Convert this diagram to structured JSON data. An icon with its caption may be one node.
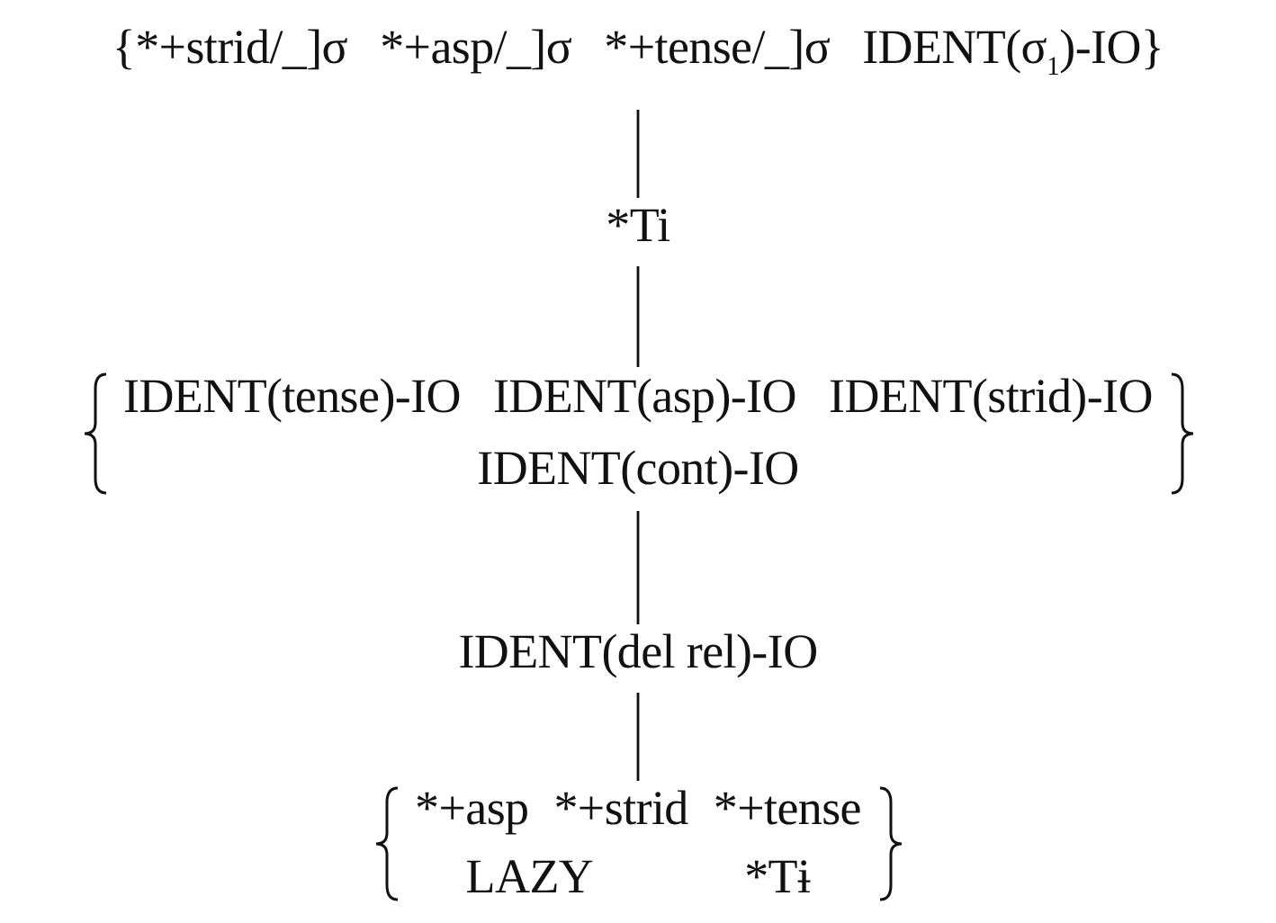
{
  "diagram": {
    "nodes": [
      {
        "text": [
          "{*+strid/_]σ",
          "*+asp/_]σ",
          "*+tense/_]σ",
          "IDENT(σ$_{1}$)-IO}"
        ]
      },
      {
        "text": [
          "*Ti"
        ]
      },
      {
        "text": [
          "IDENT(tense)-IO",
          "IDENT(asp)-IO",
          "IDENT(strid)-IO",
          "IDENT(cont)-IO"
        ]
      },
      {
        "text": [
          "IDENT(del rel)-IO"
        ]
      },
      {
        "text": [
          "*+asp",
          "*+strid",
          "*+tense",
          "LAZY",
          "*Tɨ"
        ]
      }
    ],
    "edges": [
      {
        "from": 0,
        "to": 1,
        "arrow": "none"
      },
      {
        "from": 1,
        "to": 2,
        "arrow": "none"
      },
      {
        "from": 2,
        "to": 3,
        "arrow": "none"
      },
      {
        "from": 3,
        "to": 4,
        "arrow": "none"
      }
    ]
  }
}
